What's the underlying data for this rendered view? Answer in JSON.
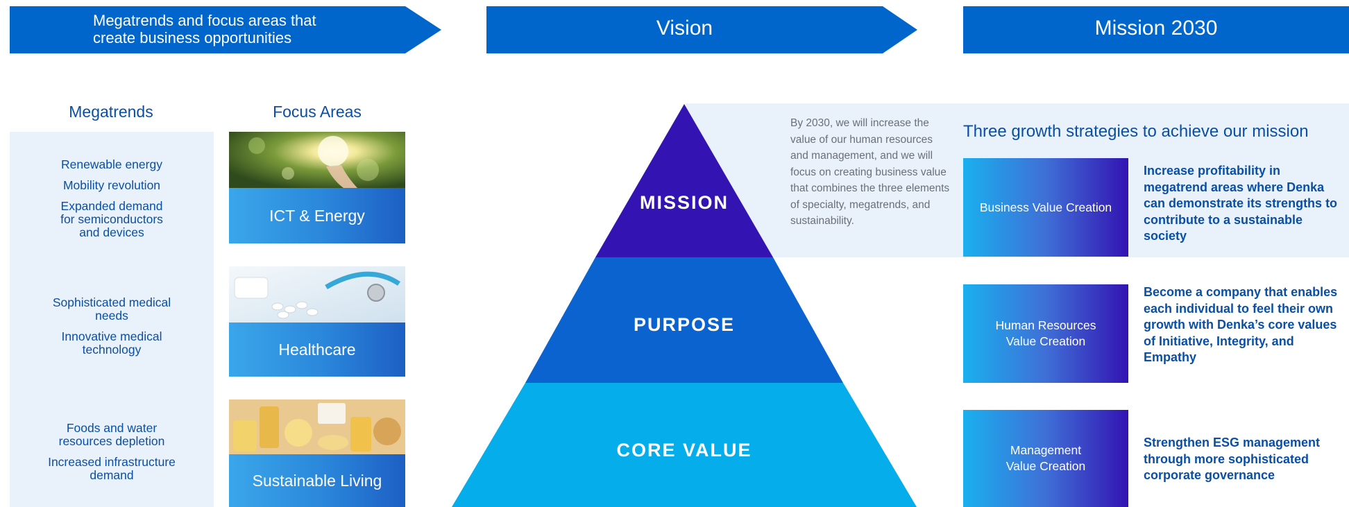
{
  "banners": {
    "left": "Megatrends and focus areas that\ncreate business opportunities",
    "middle": "Vision",
    "right": "Mission 2030"
  },
  "columns": {
    "megatrends": "Megatrends",
    "focus_areas": "Focus Areas"
  },
  "megatrends": {
    "group1": [
      "Renewable energy",
      "Mobility revolution",
      "Expanded demand\nfor semiconductors\nand devices"
    ],
    "group2": [
      "Sophisticated medical\nneeds",
      "Innovative medical\ntechnology"
    ],
    "group3": [
      "Foods and water\nresources depletion",
      "Increased infrastructure\ndemand"
    ]
  },
  "focus_areas": [
    "ICT & Energy",
    "Healthcare",
    "Sustainable Living"
  ],
  "pyramid": {
    "mission": "MISSION",
    "purpose": "PURPOSE",
    "core_value": "CORE VALUE"
  },
  "mission_description": "By 2030, we will increase the value of our human resources and management, and we will focus on creating business value that combines the three elements of specialty, megatrends, and sustainability.",
  "strategies": {
    "title": "Three growth strategies to achieve our mission",
    "items": [
      {
        "label": "Business Value Creation",
        "description": "Increase profitability in megatrend areas where Denka can demonstrate its strengths to contribute to a sustainable society"
      },
      {
        "label": "Human Resources\nValue Creation",
        "description": "Become a company that enables each individual to feel their own growth with Denka’s core values of Initiative, Integrity, and Empathy"
      },
      {
        "label": "Management\nValue Creation",
        "description": "Strengthen ESG management through more sophisticated corporate governance"
      }
    ]
  },
  "colors": {
    "banner_blue": "#0066cc",
    "text_blue": "#0a4fa6",
    "panel_bg": "#e9f1fa",
    "mission_tier": "#3314b2",
    "purpose_tier": "#0b63cf",
    "core_value_tier": "#05aeea"
  }
}
